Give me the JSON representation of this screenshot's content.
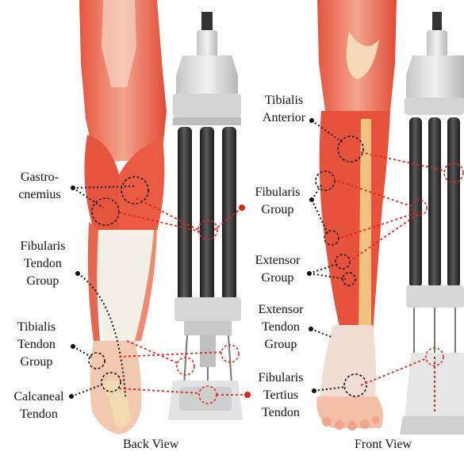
{
  "views": {
    "back": "Back View",
    "front": "Front View"
  },
  "labels": {
    "gastrocnemius": [
      "Gastro-",
      "cnemius"
    ],
    "fibularis_tendon_group": [
      "Fibularis",
      "Tendon",
      "Group"
    ],
    "tibialis_tendon_group": [
      "Tibialis",
      "Tendon",
      "Group"
    ],
    "calcaneal_tendon": [
      "Calcaneal",
      "Tendon"
    ],
    "tibialis_anterior": [
      "Tibialis",
      "Anterior"
    ],
    "fibularis_group": [
      "Fibularis",
      "Group"
    ],
    "extensor_group": [
      "Extensor",
      "Group"
    ],
    "extensor_tendon_group": [
      "Extensor",
      "Tendon",
      "Group"
    ],
    "fibularis_tertius_tendon": [
      "Fibularis",
      "Tertius",
      "Tendon"
    ]
  },
  "colors": {
    "muscle": "#e8553f",
    "muscle_light": "#f2a38c",
    "tendon": "#f3ede4",
    "leader_black": "#111111",
    "leader_red": "#e0241b",
    "rod": "#3a3a3a",
    "housing": "#d9d9d9"
  }
}
